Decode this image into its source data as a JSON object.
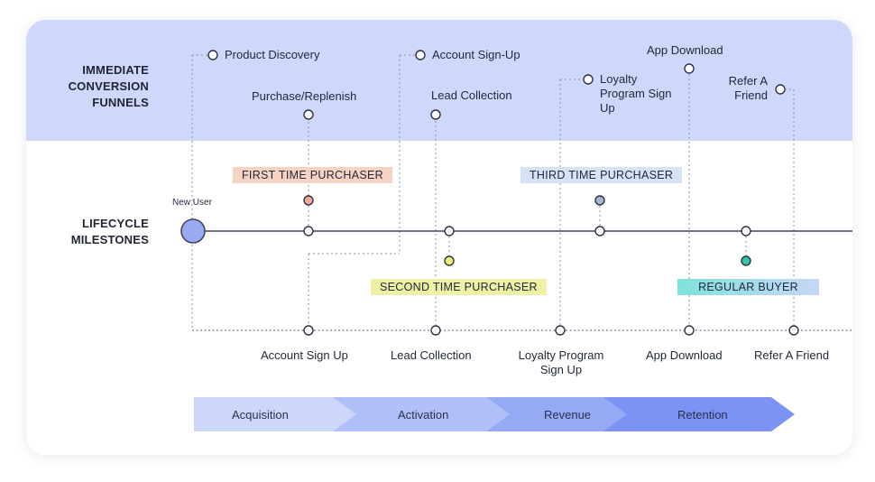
{
  "sections": {
    "funnels_label": "IMMEDIATE CONVERSION FUNNELS",
    "milestones_label": "LIFECYCLE MILESTONES"
  },
  "funnel_items": {
    "product_discovery": "Product Discovery",
    "purchase_replenish": "Purchase/Replenish",
    "account_sign_up": "Account Sign-Up",
    "lead_collection": "Lead Collection",
    "loyalty_signup": "Loyalty Program Sign Up",
    "app_download": "App Download",
    "refer_friend": "Refer A Friend"
  },
  "new_user_label": "New User",
  "milestone_tags": {
    "first": "FIRST TIME PURCHASER",
    "second": "SECOND TIME PURCHASER",
    "third": "THIRD TIME PURCHASER",
    "regular": "REGULAR BUYER"
  },
  "bottom_items": {
    "account_sign_up": "Account Sign Up",
    "lead_collection": "Lead Collection",
    "loyalty": "Loyalty Program Sign Up",
    "app_download": "App Download",
    "refer": "Refer A Friend"
  },
  "stages": [
    "Acquisition",
    "Activation",
    "Revenue",
    "Retention"
  ],
  "colors": {
    "band": "#cfd8fb",
    "new_user": "#9aaaf2",
    "first_tag": "#f7d3c3",
    "second_tag": "#eef1a3",
    "third_tag": "#d6e3f6",
    "regular_tag": "#7ee2dc",
    "dot_first": "#f2a99b",
    "dot_second": "#eef07a",
    "dot_third": "#a7b3d2",
    "dot_regular": "#33c6ad"
  }
}
